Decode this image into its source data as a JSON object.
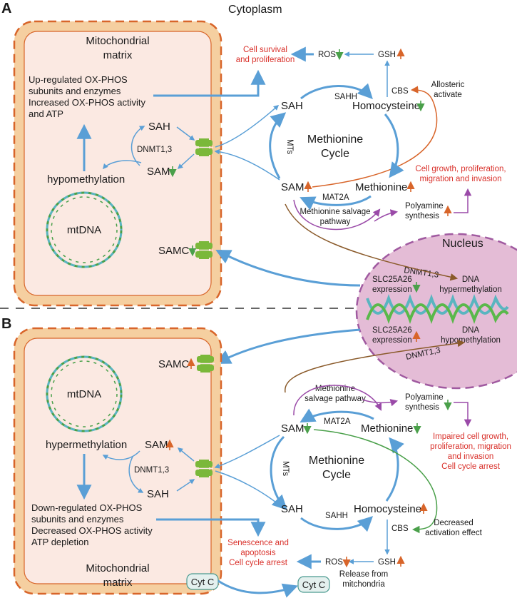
{
  "colors": {
    "membrane_outer_fill": "#f5cfa0",
    "membrane_dash": "#d8652a",
    "matrix_fill": "#fbe9e2",
    "arrow_blue": "#5a9fd6",
    "up_arrow": "#d8652a",
    "down_arrow": "#4aa04a",
    "outcome_red": "#d9302a",
    "nucleus_fill": "#e4bcd6",
    "nucleus_dash": "#a05aa0",
    "purple_arrow": "#9a4aa8",
    "brown_arrow": "#8a5a2a",
    "transporter": "#7ab83a"
  },
  "header": {
    "cytoplasm": "Cytoplasm"
  },
  "panelA": {
    "label": "A",
    "matrix_title_1": "Mitochondrial",
    "matrix_title_2": "matrix",
    "ox_1": "Up-regulated OX-PHOS",
    "ox_2": "subunits and enzymes",
    "ox_3": "Increased OX-PHOS activity",
    "ox_4": "and ATP",
    "mito_sah": "SAH",
    "mito_dnmt": "DNMT1,3",
    "mito_sam": "SAM",
    "methylation": "hypomethylation",
    "mtdna": "mtDNA",
    "samc": "SAMC",
    "outcome_1": "Cell survival",
    "outcome_2": "and proliferation",
    "ros": "ROS",
    "gsh": "GSH",
    "cbs": "CBS",
    "allosteric_1": "Allosteric",
    "allosteric_2": "activate",
    "sah": "SAH",
    "sahh": "SAHH",
    "homocysteine": "Homocysteine",
    "cycle_1": "Methionine",
    "cycle_2": "Cycle",
    "mts": "MTs",
    "sam": "SAM",
    "mat2a": "MAT2A",
    "methionine": "Methionine",
    "salvage_1": "Methionine salvage",
    "salvage_2": "pathway",
    "polyamine_1": "Polyamine",
    "polyamine_2": "synthesis",
    "growth_1": "Cell growth, proliferation,",
    "growth_2": "migration and invasion"
  },
  "nucleus": {
    "title": "Nucleus",
    "dnmt_top": "DNMT1,3",
    "slc_top_1": "SLC25A26",
    "slc_top_2": "expression",
    "dna_top_1": "DNA",
    "dna_top_2": "hypermethylation",
    "slc_bot_1": "SLC25A26",
    "slc_bot_2": "expression",
    "dna_bot_1": "DNA",
    "dna_bot_2": "hypomethylation",
    "dnmt_bot": "DNMT1,3"
  },
  "panelB": {
    "label": "B",
    "samc": "SAMC",
    "mtdna": "mtDNA",
    "methylation": "hypermethylation",
    "mito_sam": "SAM",
    "mito_dnmt": "DNMT1,3",
    "mito_sah": "SAH",
    "ox_1": "Down-regulated OX-PHOS",
    "ox_2": "subunits and enzymes",
    "ox_3": "Decreased OX-PHOS activity",
    "ox_4": "ATP depletion",
    "matrix_title_1": "Mitochondrial",
    "matrix_title_2": "matrix",
    "cytc_in": "Cyt C",
    "cytc_out": "Cyt C",
    "release_1": "Release from",
    "release_2": "mitchondria",
    "salvage_1": "Methionine",
    "salvage_2": "salvage pathway",
    "polyamine_1": "Polyamine",
    "polyamine_2": "synthesis",
    "impaired_1": "Impaired cell growth,",
    "impaired_2": "proliferation, migration",
    "impaired_3": "and invasion",
    "impaired_4": "Cell cycle arrest",
    "sam": "SAM",
    "mat2a": "MAT2A",
    "methionine": "Methionine",
    "cycle_1": "Methionine",
    "cycle_2": "Cycle",
    "mts": "MTs",
    "sah": "SAH",
    "sahh": "SAHH",
    "homocysteine": "Homocysteine",
    "cbs": "CBS",
    "decreased_1": "Decreased",
    "decreased_2": "activation effect",
    "senescence_1": "Senescence and",
    "senescence_2": "apoptosis",
    "senescence_3": "Cell cycle arrest",
    "ros": "ROS",
    "gsh": "GSH"
  }
}
